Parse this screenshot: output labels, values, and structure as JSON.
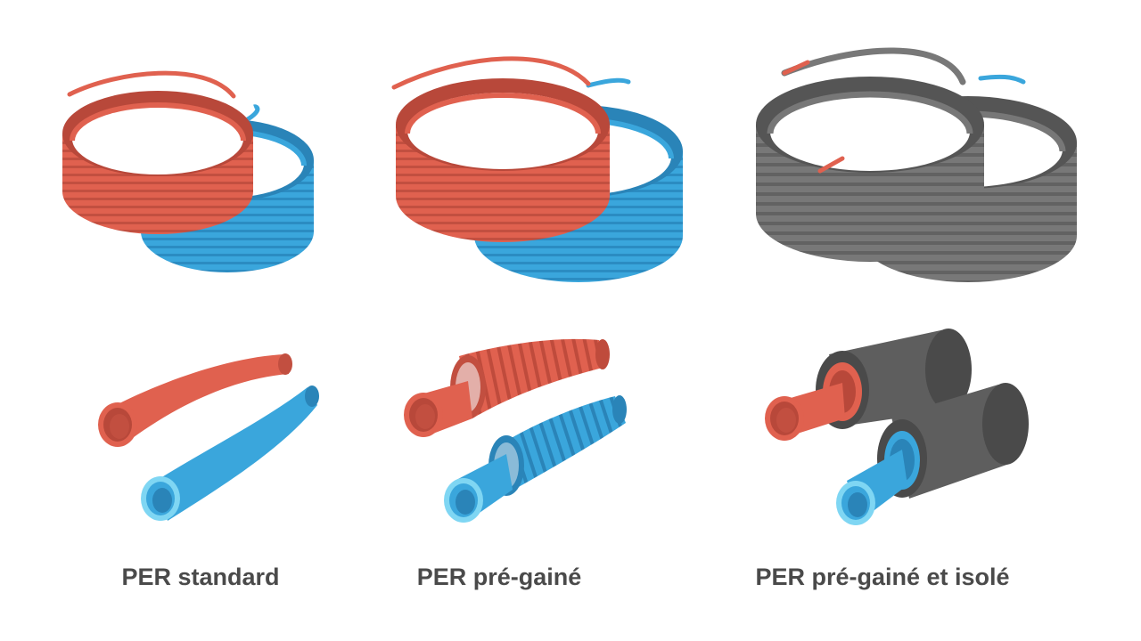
{
  "colors": {
    "background": "#ffffff",
    "red": "#e0614f",
    "red_dark": "#b8483a",
    "red_inner": "#f08a78",
    "blue": "#3aa6dc",
    "blue_dark": "#2a84b8",
    "blue_inner": "#7fd6f3",
    "grey": "#727272",
    "grey_dark": "#555555",
    "caption": "#4a4a4a"
  },
  "columns": [
    {
      "id": "standard",
      "label": "PER standard",
      "icon": "coil-pair-red-blue"
    },
    {
      "id": "pregaine",
      "label": "PER pré-gainé",
      "icon": "coil-pair-red-blue-sheathed"
    },
    {
      "id": "isole",
      "label": "PER pré-gainé et isolé",
      "icon": "coil-pair-grey-insulated"
    }
  ]
}
